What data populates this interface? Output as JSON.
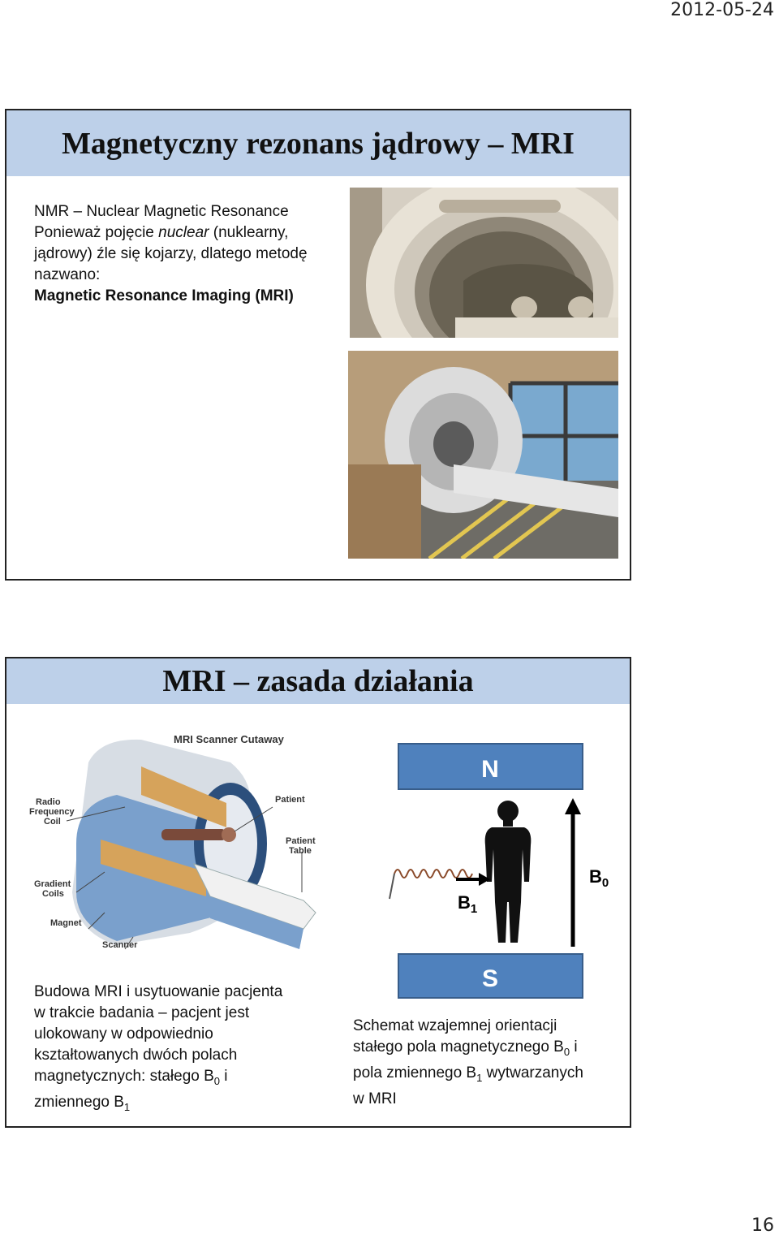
{
  "header": {
    "date": "2012-05-24"
  },
  "footer": {
    "page_number": "16"
  },
  "slide1": {
    "title": "Magnetyczny rezonans jądrowy – MRI",
    "lines": {
      "l1": "NMR – Nuclear Magnetic Resonance",
      "l2a": "Ponieważ pojęcie ",
      "l2b": "nuclear",
      "l2c": " (nuklearny,",
      "l3": "jądrowy) źle się kojarzy, dlatego metodę",
      "l4": "nazwano:",
      "l5": "Magnetic Resonance Imaging (MRI)"
    }
  },
  "slide2": {
    "title": "MRI – zasada działania",
    "cutaway": {
      "title": "MRI Scanner Cutaway",
      "labels": {
        "radio": "Radio",
        "frequency": "Frequency",
        "coil": "Coil",
        "patient": "Patient",
        "patient_table_1": "Patient",
        "patient_table_2": "Table",
        "gradient": "Gradient",
        "coils": "Coils",
        "magnet": "Magnet",
        "scanner": "Scanner"
      }
    },
    "field": {
      "north": "N",
      "south": "S",
      "b1_base": "B",
      "b1_sub": "1",
      "b0_base": "B",
      "b0_sub": "0"
    },
    "caption_left": {
      "l1": "Budowa MRI i usytuowanie pacjenta",
      "l2": "w trakcie badania – pacjent jest",
      "l3": "ulokowany w odpowiednio",
      "l4": "kształtowanych dwóch polach",
      "l5a": "magnetycznych: stałego B",
      "l5sub": "0",
      "l5b": " i",
      "l6a": "zmiennego B",
      "l6sub": "1"
    },
    "caption_right": {
      "l1": "Schemat  wzajemnej orientacji",
      "l2a": "stałego pola magnetycznego B",
      "l2sub": "0",
      "l2b": " i",
      "l3a": "pola zmiennego B",
      "l3sub": "1",
      "l3b": "  wytwarzanych",
      "l4": "w MRI"
    }
  },
  "colors": {
    "title_bar": "#bdd0e9",
    "magnet_blue": "#4f81bd"
  }
}
